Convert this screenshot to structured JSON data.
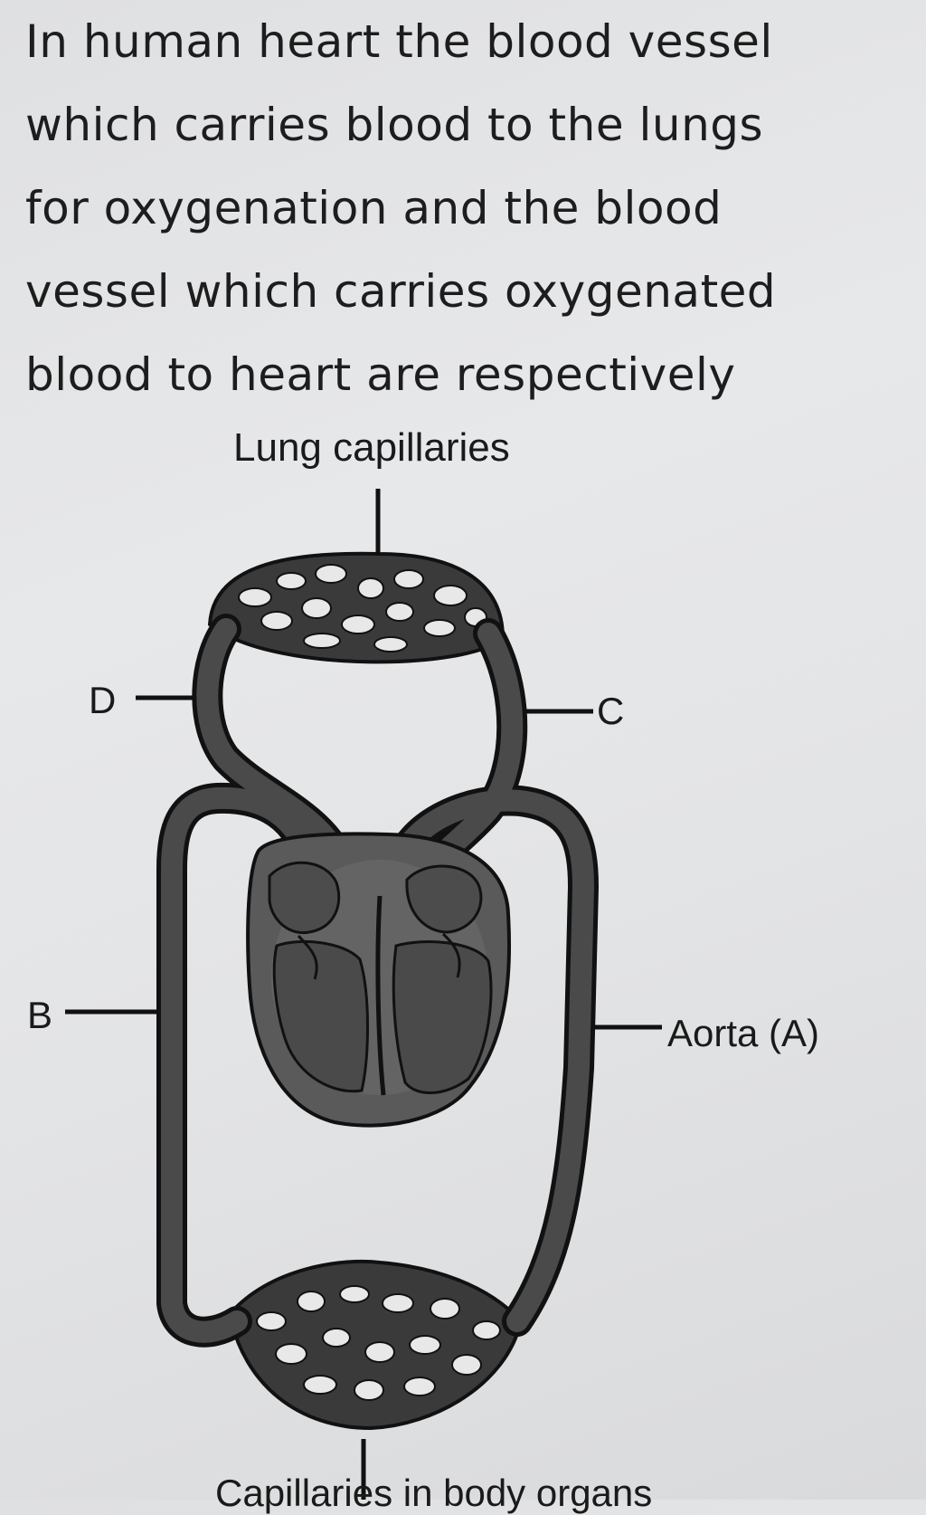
{
  "question": {
    "lines": [
      "In human heart the blood vessel",
      "which carries blood to the lungs",
      "for oxygenation and the blood",
      "vessel which carries oxygenated",
      "blood to heart are respectively"
    ]
  },
  "diagram": {
    "labels": {
      "lung_capillaries": "Lung capillaries",
      "d": "D",
      "c": "C",
      "b": "B",
      "aorta": "Aorta (A)",
      "body_capillaries": "Capillaries in body organs"
    },
    "colors": {
      "vessel": "#4a4a4a",
      "vessel_outline": "#111111",
      "heart": "#555555",
      "capillary_bg": "#3c3c3c"
    }
  }
}
